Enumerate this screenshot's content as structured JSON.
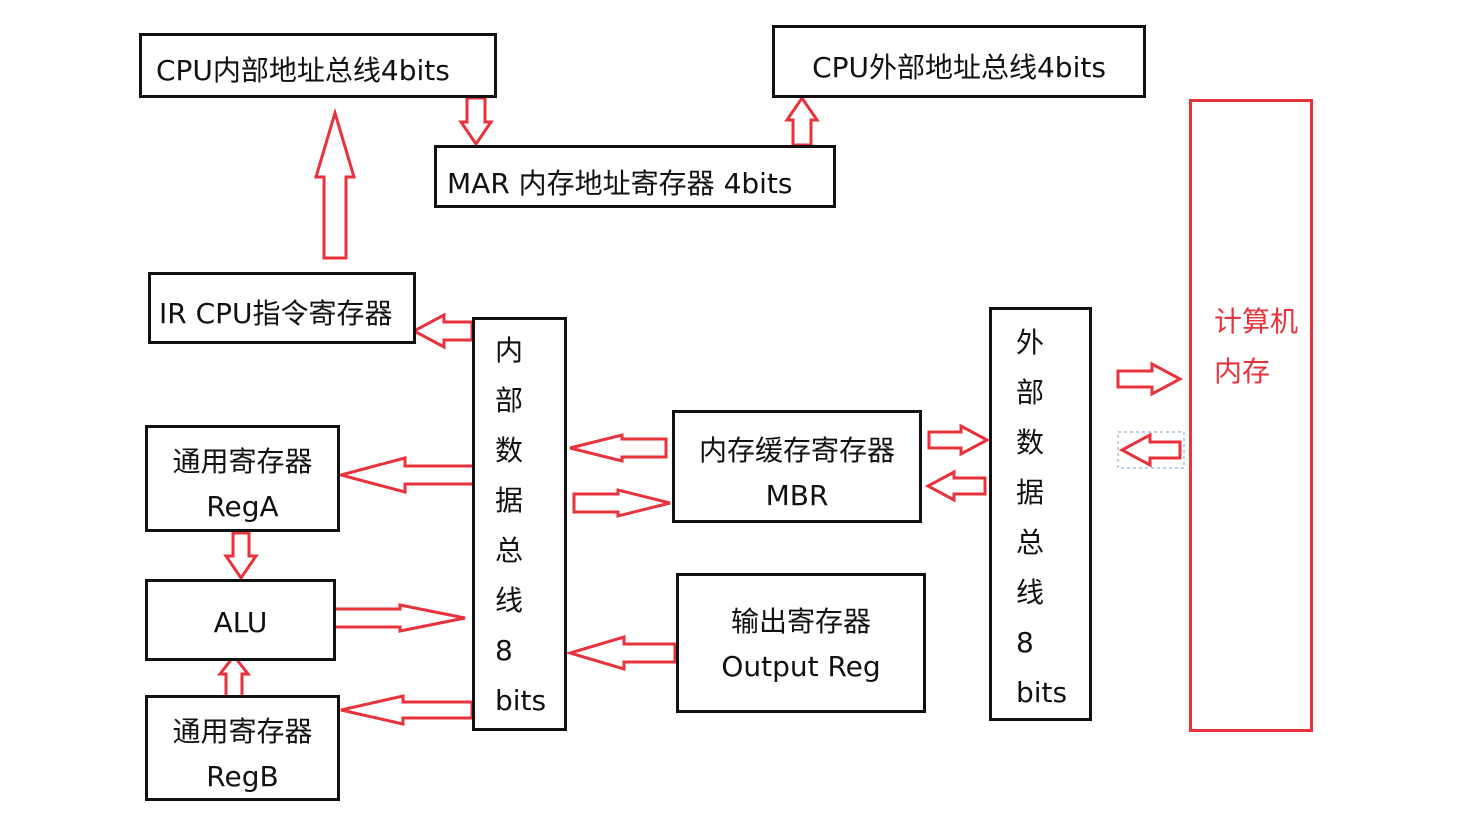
{
  "colors": {
    "arrow": "#e8323c",
    "border": "#111111",
    "memory": "#e8323c"
  },
  "internal_addr_bus": "CPU内部地址总线4bits",
  "external_addr_bus": "CPU外部地址总线4bits",
  "mar": "MAR  内存地址寄存器 4bits",
  "ir": "IR CPU指令寄存器",
  "internal_data_bus": {
    "chars": [
      "内",
      "部",
      "数",
      "据",
      "总",
      "线",
      "8",
      "bits"
    ]
  },
  "external_data_bus": {
    "chars": [
      "外",
      "部",
      "数",
      "据",
      "总",
      "线",
      "8",
      "bits"
    ]
  },
  "reg_a": {
    "line1": "通用寄存器",
    "line2": "RegA"
  },
  "alu": "ALU",
  "reg_b": {
    "line1": "通用寄存器",
    "line2": "RegB"
  },
  "mbr": {
    "line1": "内存缓存寄存器",
    "line2": "MBR"
  },
  "output_reg": {
    "line1": "输出寄存器",
    "line2": "Output Reg"
  },
  "memory": {
    "line1": "计算机",
    "line2": "内存"
  }
}
